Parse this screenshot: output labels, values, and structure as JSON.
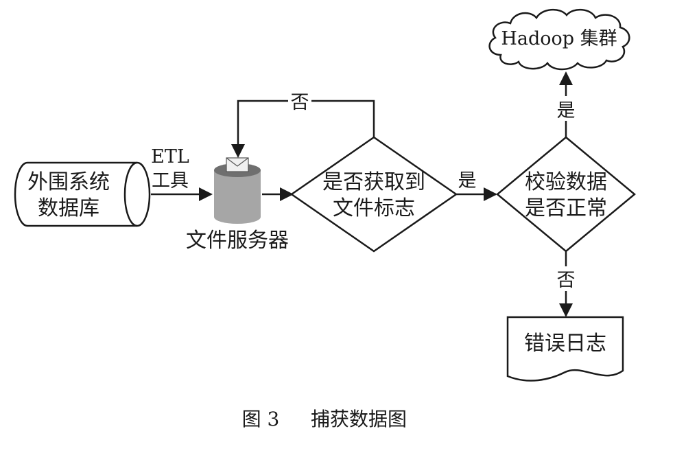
{
  "diagram": {
    "nodes": {
      "external_db": {
        "lines": [
          "外围系统",
          "数据库"
        ]
      },
      "file_server": {
        "label": "文件服务器"
      },
      "decision_flag": {
        "lines": [
          "是否获取到",
          "文件标志"
        ]
      },
      "decision_valid": {
        "lines": [
          "校验数据",
          "是否正常"
        ]
      },
      "hadoop": {
        "label": "Hadoop 集群"
      },
      "error_log": {
        "label": "错误日志"
      }
    },
    "edges": {
      "etl": {
        "lines": [
          "ETL",
          "工具"
        ]
      },
      "flag_no": {
        "label": "否"
      },
      "flag_yes": {
        "label": "是"
      },
      "valid_yes": {
        "label": "是"
      },
      "valid_no": {
        "label": "否"
      }
    },
    "caption": {
      "number": "图 3",
      "title": "捕获数据图"
    },
    "colors": {
      "stroke": "#1a1a1a",
      "server_body": "#a6a6a6",
      "server_top": "#6f6f6f",
      "envelope": "#f0f0f0"
    }
  }
}
